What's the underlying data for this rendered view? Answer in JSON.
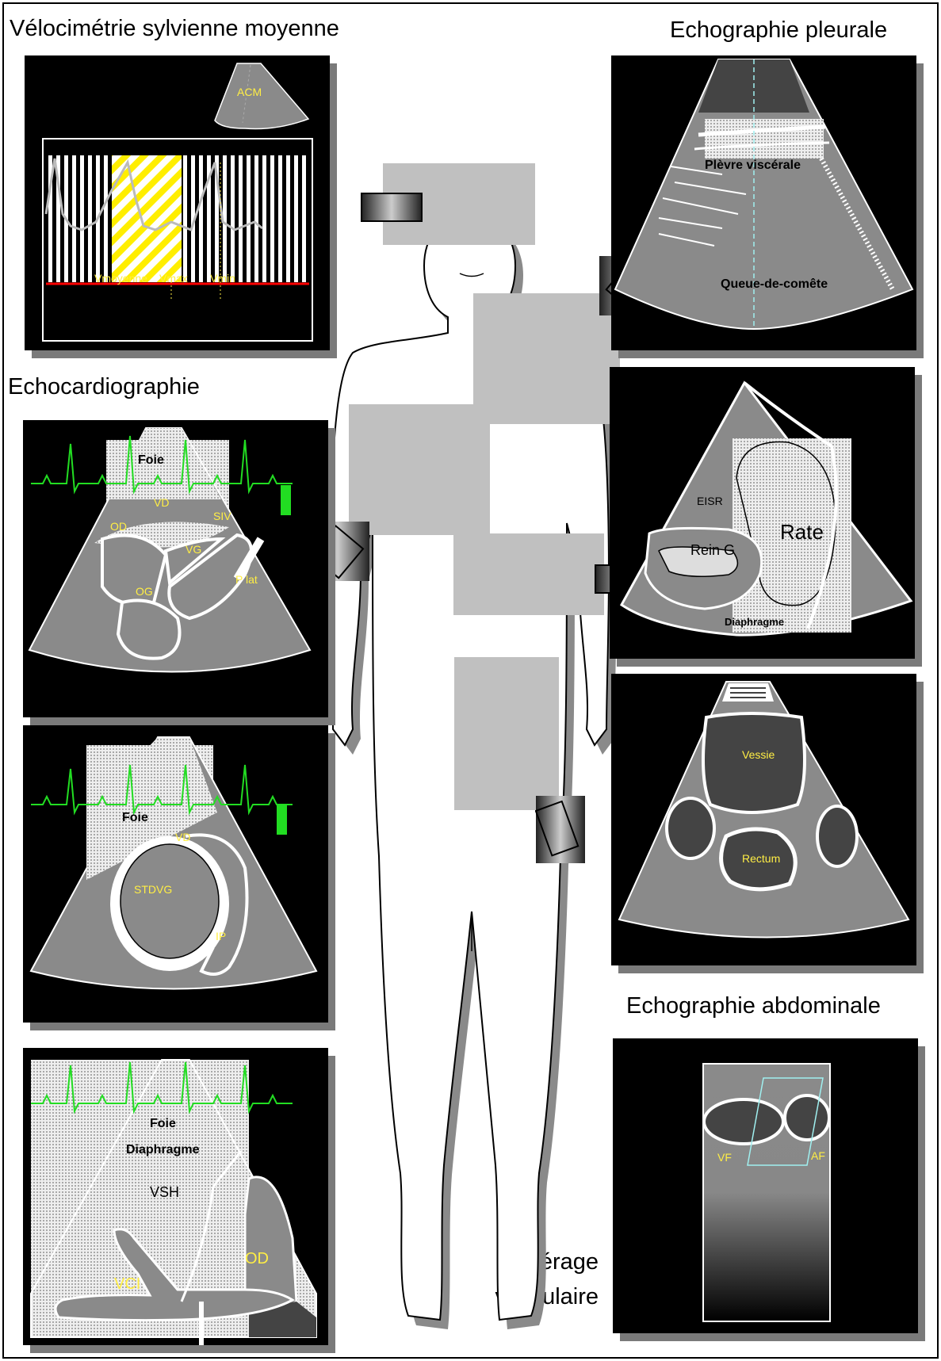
{
  "titles": {
    "velocimetry": "Vélocimétrie sylvienne moyenne",
    "pleural": "Echographie pleurale",
    "echocardio": "Echocardiographie",
    "abdominal": "Echographie abdominale",
    "vascular": "Repérage\nvasculaire"
  },
  "velocimetry": {
    "acm": "ACM",
    "vmoyenne": "Vmoyenne",
    "vmax": "Vmax",
    "vmin": "Vmin"
  },
  "pleural": {
    "plevre": "Plèvre viscérale",
    "comete": "Queue-de-comête"
  },
  "cardio1": {
    "foie": "Foie",
    "vd": "VD",
    "od": "OD",
    "siv": "SIV",
    "vg": "VG",
    "og": "OG",
    "plat": "P lat"
  },
  "cardio2": {
    "foie": "Foie",
    "vd": "VD",
    "stdvg": "STDVG",
    "ip": "IP"
  },
  "cardio3": {
    "foie": "Foie",
    "diaphragme": "Diaphragme",
    "vsh": "VSH",
    "vci": "VCI",
    "od": "OD"
  },
  "spleen": {
    "eisr": "EISR",
    "rate": "Rate",
    "rein": "Rein G",
    "diaphragme": "Diaphragme"
  },
  "pelvis": {
    "vessie": "Vessie",
    "rectum": "Rectum"
  },
  "vascular": {
    "vf": "VF",
    "af": "AF"
  },
  "colors": {
    "ecg": "#22dd22",
    "label_yellow": "#ffee44",
    "tissue_gray": "#8a8a8a",
    "doppler_red": "#ff0000",
    "vessel_cyan": "#a0f0f0"
  }
}
